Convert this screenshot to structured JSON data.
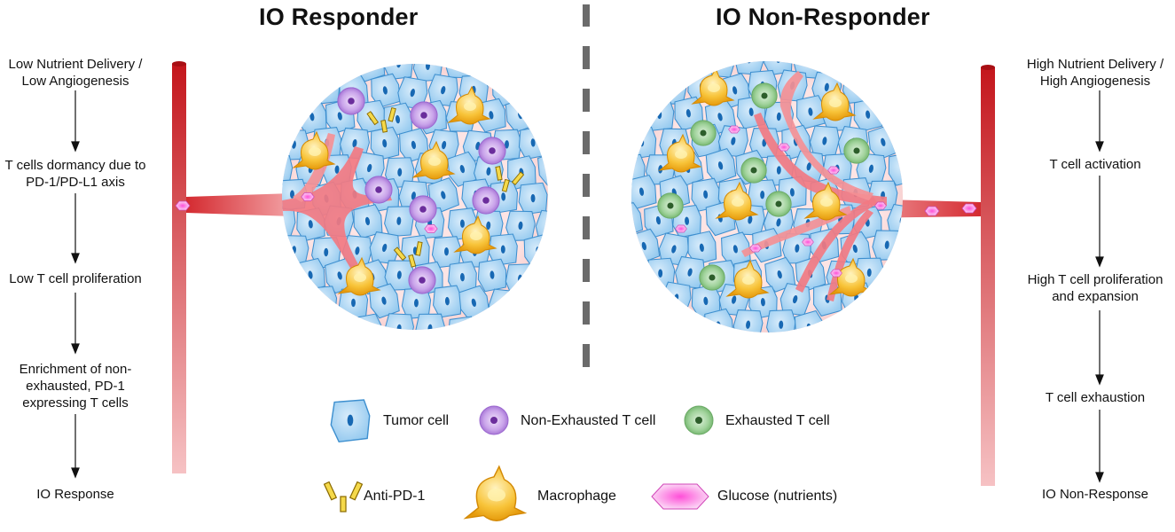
{
  "titles": {
    "left": "IO Responder",
    "right": "IO Non-Responder"
  },
  "left_steps": [
    "Low Nutrient Delivery / Low Angiogenesis",
    "T cells dormancy due to PD-1/PD-L1 axis",
    "Low T cell proliferation",
    "Enrichment of non-exhausted, PD-1 expressing T cells",
    "IO Response"
  ],
  "right_steps": [
    "High Nutrient Delivery / High Angiogenesis",
    "T cell activation",
    "High T cell proliferation and expansion",
    "T cell exhaustion",
    "IO Non-Response"
  ],
  "legend": {
    "tumor": "Tumor cell",
    "non_exhausted": "Non-Exhausted T cell",
    "exhausted": "Exhausted T cell",
    "anti_pd1": "Anti-PD-1",
    "macrophage": "Macrophage",
    "glucose": "Glucose (nutrients)"
  },
  "colors": {
    "vessel": "#c4161c",
    "tumor_cell": "#a9d4f2",
    "non_exhausted_t_cell": "#b98ee0",
    "exhausted_t_cell": "#8fc98b",
    "macrophage": "#f5b324",
    "glucose": "#f4a6e8",
    "antibody": "#f2d64b"
  }
}
